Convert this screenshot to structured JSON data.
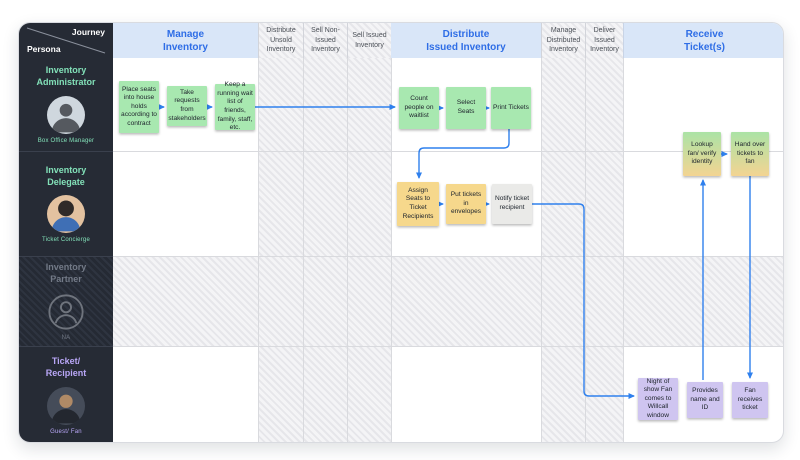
{
  "board": {
    "corner": {
      "top_label": "Journey",
      "bottom_label": "Persona"
    },
    "columns": [
      {
        "label": "Manage\nInventory",
        "state": "active"
      },
      {
        "label": "Distribute\nUnsold\nInventory",
        "state": "disabled"
      },
      {
        "label": "Sell Non-\nIssued\nInventory",
        "state": "disabled"
      },
      {
        "label": "Sell Issued\nInventory",
        "state": "disabled"
      },
      {
        "label": "Distribute\nIssued Inventory",
        "state": "active"
      },
      {
        "label": "Manage\nDistributed\nInventory",
        "state": "disabled"
      },
      {
        "label": "Deliver\nIssued\nInventory",
        "state": "disabled"
      },
      {
        "label": "Receive\nTicket(s)",
        "state": "active"
      }
    ],
    "personas": [
      {
        "title": "Inventory\nAdministrator",
        "subtitle": "Box Office Manager",
        "state": "active"
      },
      {
        "title": "Inventory\nDelegate",
        "subtitle": "Ticket Concierge",
        "state": "active"
      },
      {
        "title": "Inventory\nPartner",
        "subtitle": "NA",
        "state": "disabled"
      },
      {
        "title": "Ticket/\nRecipient",
        "subtitle": "Guest/ Fan",
        "state": "active"
      }
    ],
    "notes": [
      {
        "text": "Place seats into house holds according to contract",
        "color": "green"
      },
      {
        "text": "Take requests from stakeholders",
        "color": "green"
      },
      {
        "text": "Keep a running wait list of friends, family, staff, etc.",
        "color": "green"
      },
      {
        "text": "Count people on waitlist",
        "color": "green"
      },
      {
        "text": "Select Seats",
        "color": "green"
      },
      {
        "text": "Print Tickets",
        "color": "green"
      },
      {
        "text": "Lookup fan/ verify identity",
        "color": "green-yellow-gradient"
      },
      {
        "text": "Hand over tickets to fan",
        "color": "green-yellow-gradient"
      },
      {
        "text": "Assign Seats to Ticket Recipients",
        "color": "yellow"
      },
      {
        "text": "Put tickets in envelopes",
        "color": "yellow"
      },
      {
        "text": "Notify ticket recipient",
        "color": "white"
      },
      {
        "text": "Night of show Fan comes to Willcall window",
        "color": "purple"
      },
      {
        "text": "Provides name and ID",
        "color": "purple"
      },
      {
        "text": "Fan receives ticket",
        "color": "purple"
      }
    ],
    "connections": [
      {
        "from": 0,
        "to": 1
      },
      {
        "from": 1,
        "to": 2
      },
      {
        "from": 2,
        "to": 3
      },
      {
        "from": 3,
        "to": 4
      },
      {
        "from": 4,
        "to": 5
      },
      {
        "from": 5,
        "to": 8
      },
      {
        "from": 8,
        "to": 9
      },
      {
        "from": 9,
        "to": 10
      },
      {
        "from": 10,
        "to": 11
      },
      {
        "from": 6,
        "to": 7
      },
      {
        "from": 12,
        "to": 6
      },
      {
        "from": 7,
        "to": 13
      }
    ]
  },
  "colors": {
    "arrow_blue": "#2F80ED",
    "header_active_bg": "#D9E6F8",
    "header_active_text": "#2E6DE6",
    "panel_dark": "#262B35",
    "persona_teal": "#82E0B8",
    "persona_purple": "#B9A7F7",
    "sticky_green": "#A8E8B0",
    "sticky_yellow": "#F6D88C",
    "sticky_white": "#EAEAE8",
    "sticky_purple": "#CFC5F0"
  }
}
